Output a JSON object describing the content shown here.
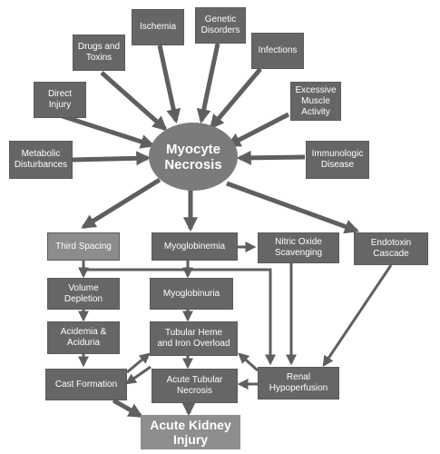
{
  "center": "Myocyte\nNecrosis",
  "final": "Acute Kidney\nInjury",
  "causes": {
    "ischemia": "Ischemia",
    "genetic": "Genetic\nDisorders",
    "drugs": "Drugs and\nToxins",
    "infections": "Infections",
    "direct_injury": "Direct\nInjury",
    "excessive_muscle": "Excessive\nMuscle\nActivity",
    "metabolic": "Metabolic\nDisturbances",
    "immunologic": "Immunologic\nDisease"
  },
  "effects": {
    "third_spacing": "Third Spacing",
    "myoglobinemia": "Myoglobinemia",
    "nitric_oxide": "Nitric Oxide\nScavenging",
    "endotoxin": "Endotoxin\nCascade",
    "volume_depletion": "Volume\nDepletion",
    "myoglobinuria": "Myoglobinuria",
    "acidemia": "Acidemia &\nAciduria",
    "tubular_heme": "Tubular Heme\nand Iron Overload",
    "cast_formation": "Cast Formation",
    "acute_tubular": "Acute Tubular\nNecrosis",
    "renal_hypo": "Renal\nHypoperfusion"
  },
  "colors": {
    "box": "#666666",
    "center": "#7b7b7b",
    "final": "#8e8e8e",
    "arrow": "#5f5f5f"
  }
}
